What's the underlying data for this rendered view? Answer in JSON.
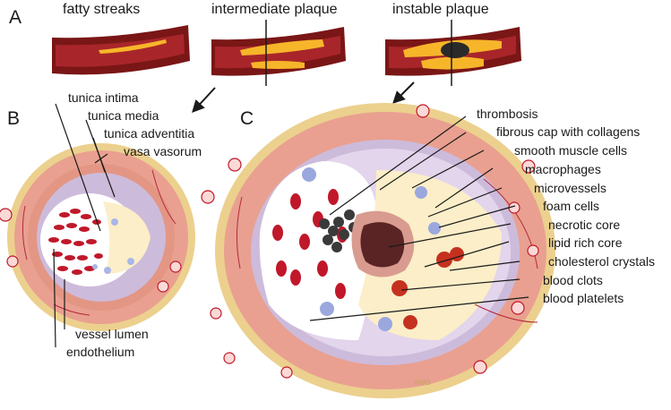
{
  "panels": {
    "a": "A",
    "b": "B",
    "c": "C"
  },
  "stages": {
    "fatty": "fatty streaks",
    "intermediate": "intermediate plaque",
    "instable": "instable plaque"
  },
  "labels_b": {
    "intima": "tunica intima",
    "media": "tunica media",
    "adventitia": "tunica adventitia",
    "vasa": "vasa vasorum",
    "lumen": "vessel lumen",
    "endothelium": "endothelium"
  },
  "labels_c": {
    "thrombosis": "thrombosis",
    "fibrous": "fibrous cap with collagens",
    "smc": "smooth muscle cells",
    "macrophages": "macrophages",
    "microvessels": "microvessels",
    "foam": "foam cells",
    "necrotic": "necrotic core",
    "lipid": "lipid rich core",
    "cholesterol": "cholesterol crystals",
    "clots": "blood clots",
    "platelets": "blood platelets"
  },
  "watermark": "AWG",
  "colors": {
    "adventitia": "#ecd08e",
    "media": "#e9a090",
    "intima": "#cdbbdb",
    "lumen": "#ffffff",
    "blood": "#c0182a",
    "plaque": "#fbeec8",
    "artery_wall": "#7a1616",
    "fat": "#f7b52a"
  }
}
